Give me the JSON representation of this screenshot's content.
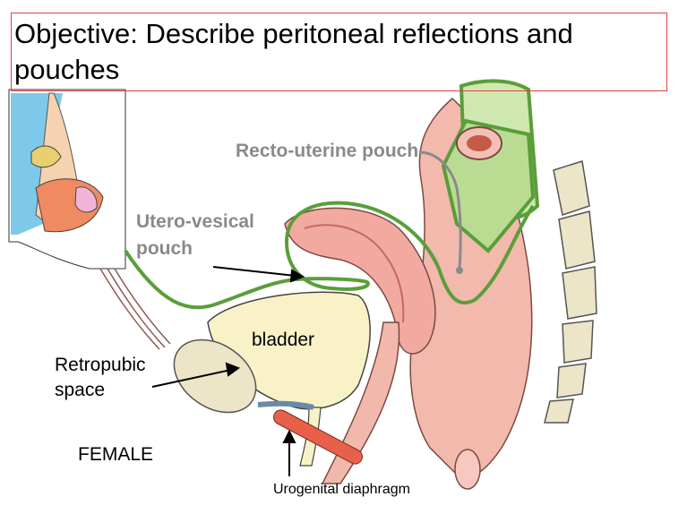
{
  "title": "Objective:  Describe peritoneal reflections and pouches",
  "labels": {
    "recto_uterine": "Recto-uterine pouch",
    "utero_vesical_line1": "Utero-vesical",
    "utero_vesical_line2": "pouch",
    "bladder": "bladder",
    "retropubic_line1": "Retropubic",
    "retropubic_line2": "space",
    "female": "FEMALE",
    "urogenital": "Urogenital diaphragm"
  },
  "colors": {
    "peritoneum": "#5a9e3a",
    "uterus": "#f2a9a0",
    "bladder": "#f8f2c6",
    "rectum": "#f3b9ad",
    "bone": "#ece5c8",
    "title_border": "#e04040",
    "label_grey": "#8a8a8a"
  }
}
